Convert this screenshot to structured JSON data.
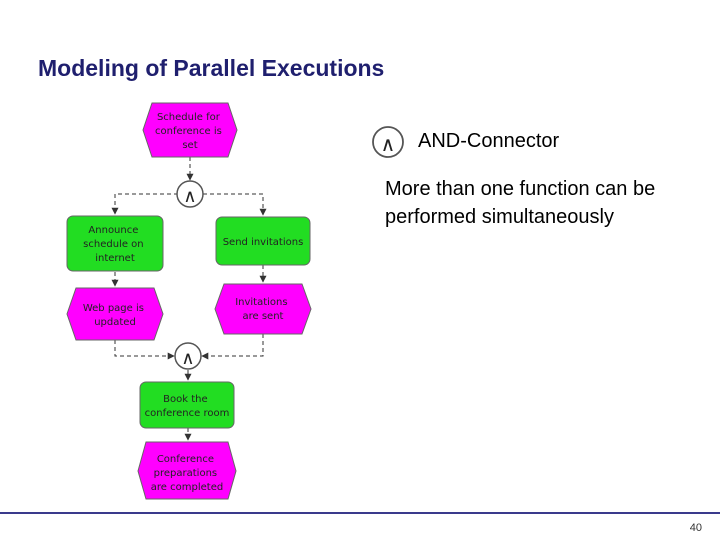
{
  "slide": {
    "title": "Modeling of Parallel Executions",
    "legend_label": "AND-Connector",
    "description": "More than one function can be performed simultaneously",
    "page_number": "40"
  },
  "diagram": {
    "colors": {
      "event": "#ff00ff",
      "function": "#22dd22",
      "connector": "#ffffff",
      "stroke": "#555555"
    },
    "nodes": [
      {
        "id": "event-schedule-set",
        "type": "event",
        "lines": [
          "Schedule for",
          "conference is",
          "set"
        ]
      },
      {
        "id": "and-split",
        "type": "and-connector",
        "symbol": "∧"
      },
      {
        "id": "function-announce",
        "type": "function",
        "lines": [
          "Announce",
          "schedule on",
          "internet"
        ]
      },
      {
        "id": "function-send-invitations",
        "type": "function",
        "lines": [
          "Send invitations"
        ]
      },
      {
        "id": "event-web-page-updated",
        "type": "event",
        "lines": [
          "Web page is",
          "updated"
        ]
      },
      {
        "id": "event-invitations-sent",
        "type": "event",
        "lines": [
          "Invitations",
          "are sent"
        ]
      },
      {
        "id": "and-join",
        "type": "and-connector",
        "symbol": "∧"
      },
      {
        "id": "function-book-room",
        "type": "function",
        "lines": [
          "Book the",
          "conference room"
        ]
      },
      {
        "id": "event-preparations-completed",
        "type": "event",
        "lines": [
          "Conference",
          "preparations",
          "are completed"
        ]
      }
    ],
    "legend_symbol": "∧"
  }
}
